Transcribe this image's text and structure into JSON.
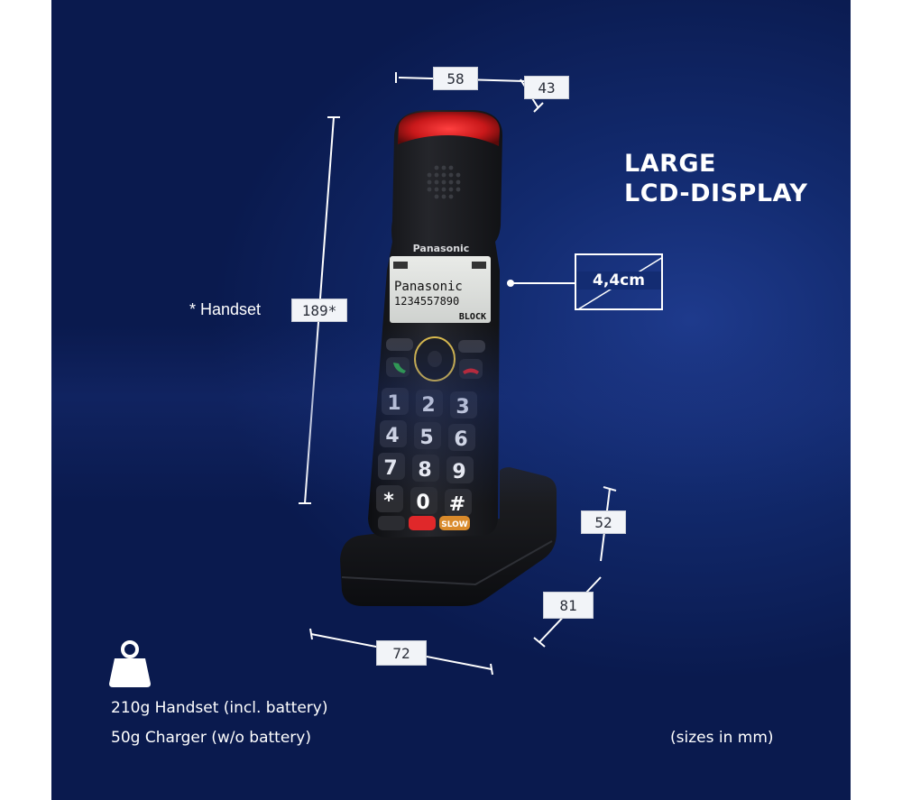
{
  "headline": {
    "line1": "LARGE",
    "line2": "LCD-DISPLAY"
  },
  "display_size": "4,4cm",
  "dimensions": {
    "width_top": "58",
    "depth_top": "43",
    "handset_height": "189*",
    "handset_label": "* Handset",
    "charger_height": "52",
    "charger_depth": "81",
    "charger_width": "72"
  },
  "weights": {
    "handset": "210g  Handset (incl. battery)",
    "charger": "50g  Charger (w/o battery)"
  },
  "sizes_note": "(sizes in mm)",
  "phone": {
    "brand": "Panasonic",
    "screen_line1": "Panasonic",
    "screen_line2": "1234557890",
    "screen_softkey": "BLOCK",
    "keys": [
      "1",
      "2",
      "3",
      "4",
      "5",
      "6",
      "7",
      "8",
      "9",
      "*",
      "0",
      "#"
    ],
    "slow_key": "SLOW"
  },
  "icons": [
    "weight-icon",
    "speaker-grille-icon",
    "call-green-icon",
    "hangup-red-icon",
    "nav-ring-icon"
  ],
  "colors": {
    "background": "#0f2566",
    "accent_red": "#e0282a",
    "phone_body": "#1b1c20",
    "label_box": "#f2f4f8"
  }
}
